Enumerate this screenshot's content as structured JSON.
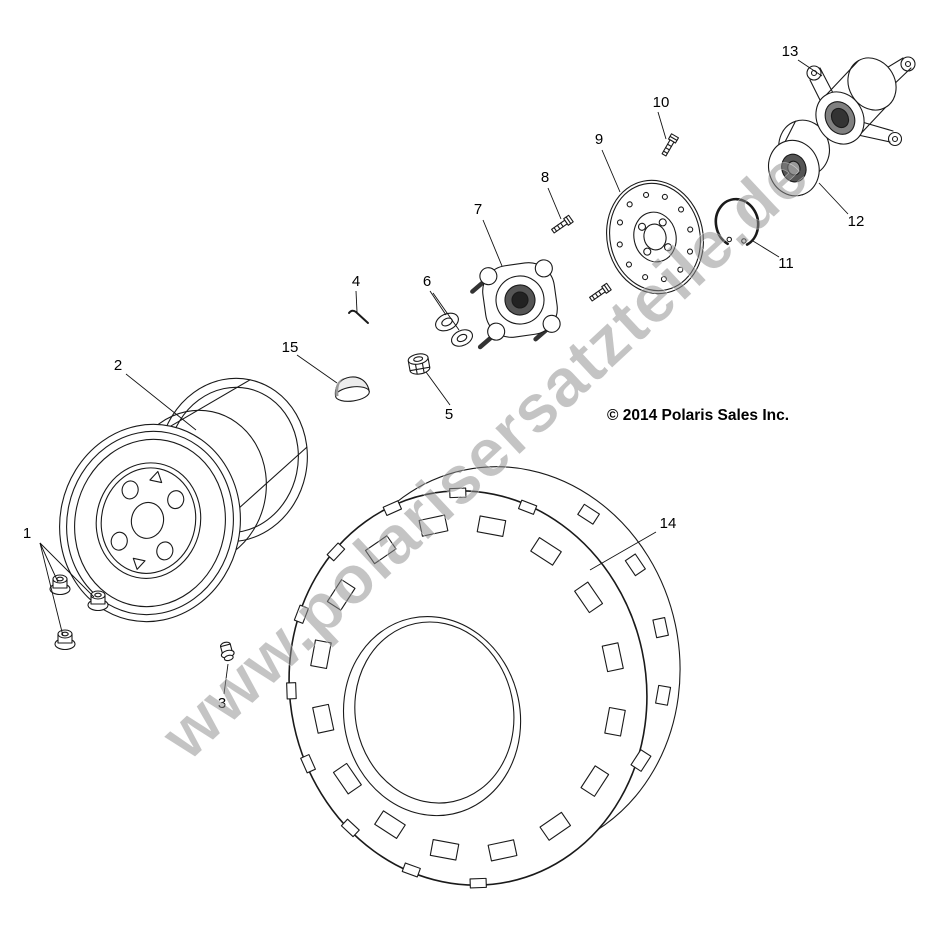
{
  "watermark": {
    "text": "www.polarisersatzteile.de"
  },
  "copyright": {
    "text": "© 2014 Polaris Sales Inc."
  },
  "callouts": [
    "1",
    "2",
    "3",
    "4",
    "5",
    "6",
    "7",
    "8",
    "9",
    "10",
    "11",
    "12",
    "13",
    "14",
    "15"
  ]
}
